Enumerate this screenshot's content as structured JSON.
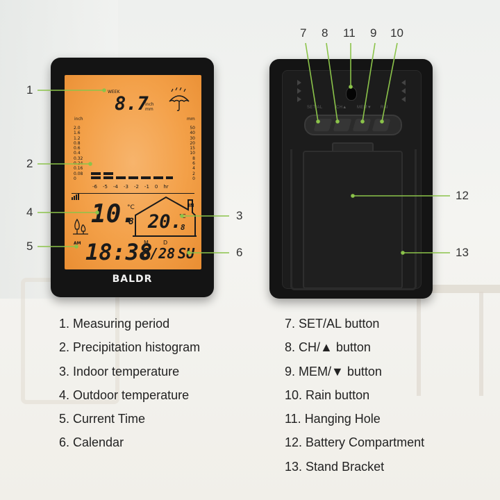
{
  "brand": "BALDR",
  "lcd": {
    "period_label": "WEEK",
    "rain_value": "8.7",
    "rain_unit_1": "inch",
    "rain_unit_2": "mm",
    "scale_left_unit": "inch",
    "scale_right_unit": "mm",
    "scale_left": [
      "2.0",
      "1.6",
      "1.2",
      "0.8",
      "0.6",
      "0.4",
      "0.32",
      "0.24",
      "0.16",
      "0.08",
      "0"
    ],
    "scale_right": [
      "50",
      "40",
      "30",
      "20",
      "15",
      "10",
      "8",
      "6",
      "4",
      "2",
      "0"
    ],
    "hour_axis": [
      "-6",
      "-5",
      "-4",
      "-3",
      "-2",
      "-1",
      "0",
      "hr"
    ],
    "outdoor_temp": "10.",
    "outdoor_temp_decimal": "8",
    "outdoor_temp_unit": "°C",
    "indoor_label": "IN",
    "indoor_temp": "20.",
    "indoor_temp_decimal": "8",
    "indoor_temp_unit": "°C",
    "time_am": "AM",
    "time": "18:38",
    "month_label": "M",
    "day_label": "D",
    "date": "8/28",
    "weekday": "SU"
  },
  "back": {
    "label_set": "SET/AL",
    "label_ch": "CH▲",
    "label_mem": "MEM▼",
    "label_rain": "RAI"
  },
  "callouts": {
    "c1": "1",
    "c2": "2",
    "c3": "3",
    "c4": "4",
    "c5": "5",
    "c6": "6",
    "c7": "7",
    "c8": "8",
    "c9": "9",
    "c10": "10",
    "c11": "11",
    "c12": "12",
    "c13": "13"
  },
  "legend_left": [
    "1. Measuring period",
    "2. Precipitation histogram",
    "3. Indoor temperature",
    "4. Outdoor temperature",
    "5. Current Time",
    "6. Calendar"
  ],
  "legend_right": [
    "7. SET/AL button",
    "8. CH/▲ button",
    "9. MEM/▼ button",
    "10. Rain button",
    "11. Hanging Hole",
    "12. Battery Compartment",
    "13. Stand Bracket"
  ],
  "colors": {
    "lcd_backlight": "#f3a048",
    "callout_line": "#8bc34a",
    "device_body": "#141414"
  }
}
